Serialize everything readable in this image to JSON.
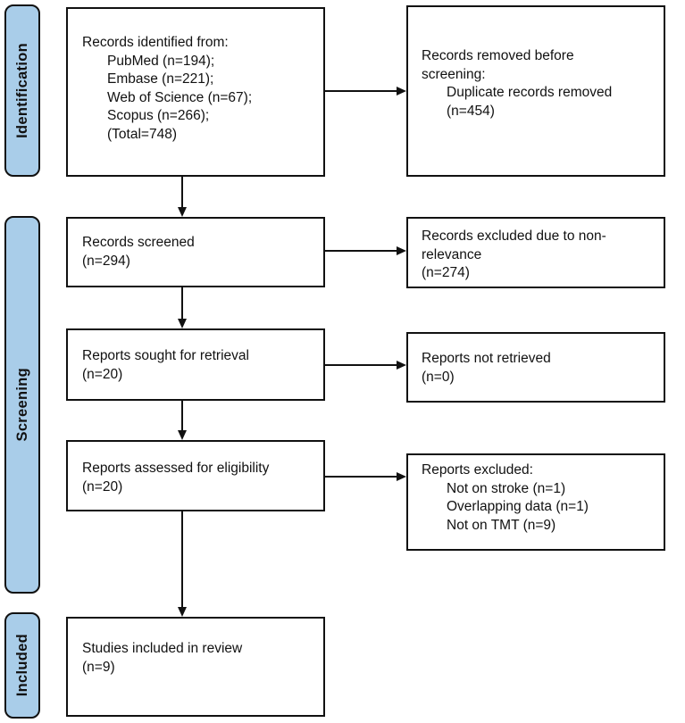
{
  "diagram": {
    "type": "prisma-flow",
    "stages": [
      {
        "label": "Identification"
      },
      {
        "label": "Screening"
      },
      {
        "label": "Included"
      }
    ],
    "left_boxes": [
      {
        "lines": [
          {
            "text": "Records identified from:",
            "indent": 0
          },
          {
            "text": "PubMed (n=194);",
            "indent": 1
          },
          {
            "text": "Embase (n=221);",
            "indent": 1
          },
          {
            "text": "Web of Science (n=67);",
            "indent": 1
          },
          {
            "text": "Scopus (n=266);",
            "indent": 1
          },
          {
            "text": "(Total=748)",
            "indent": 1
          }
        ]
      },
      {
        "lines": [
          {
            "text": "Records screened",
            "indent": 0
          },
          {
            "text": "(n=294)",
            "indent": 0
          }
        ]
      },
      {
        "lines": [
          {
            "text": "Reports sought for retrieval",
            "indent": 0
          },
          {
            "text": "(n=20)",
            "indent": 0
          }
        ]
      },
      {
        "lines": [
          {
            "text": "Reports assessed for eligibility",
            "indent": 0
          },
          {
            "text": "(n=20)",
            "indent": 0
          }
        ]
      },
      {
        "lines": [
          {
            "text": "Studies included in review",
            "indent": 0
          },
          {
            "text": "(n=9)",
            "indent": 0
          }
        ]
      }
    ],
    "right_boxes": [
      {
        "lines": [
          {
            "text": "Records removed before",
            "indent": 0
          },
          {
            "text": "screening:",
            "indent": 0
          },
          {
            "text": "Duplicate records removed",
            "indent": 1
          },
          {
            "text": "(n=454)",
            "indent": 1
          }
        ]
      },
      {
        "lines": [
          {
            "text": "Records excluded due to non-",
            "indent": 0
          },
          {
            "text": "relevance",
            "indent": 0
          },
          {
            "text": "(n=274)",
            "indent": 0
          }
        ]
      },
      {
        "lines": [
          {
            "text": "Reports not retrieved",
            "indent": 0
          },
          {
            "text": "(n=0)",
            "indent": 0
          }
        ]
      },
      {
        "lines": [
          {
            "text": "Reports excluded:",
            "indent": 0
          },
          {
            "text": "Not on stroke (n=1)",
            "indent": 1
          },
          {
            "text": "Overlapping data (n=1)",
            "indent": 1
          },
          {
            "text": "Not on TMT (n=9)",
            "indent": 1
          }
        ]
      }
    ],
    "colors": {
      "stage_fill": "#a9cde9",
      "border": "#111111",
      "background": "#ffffff"
    }
  }
}
